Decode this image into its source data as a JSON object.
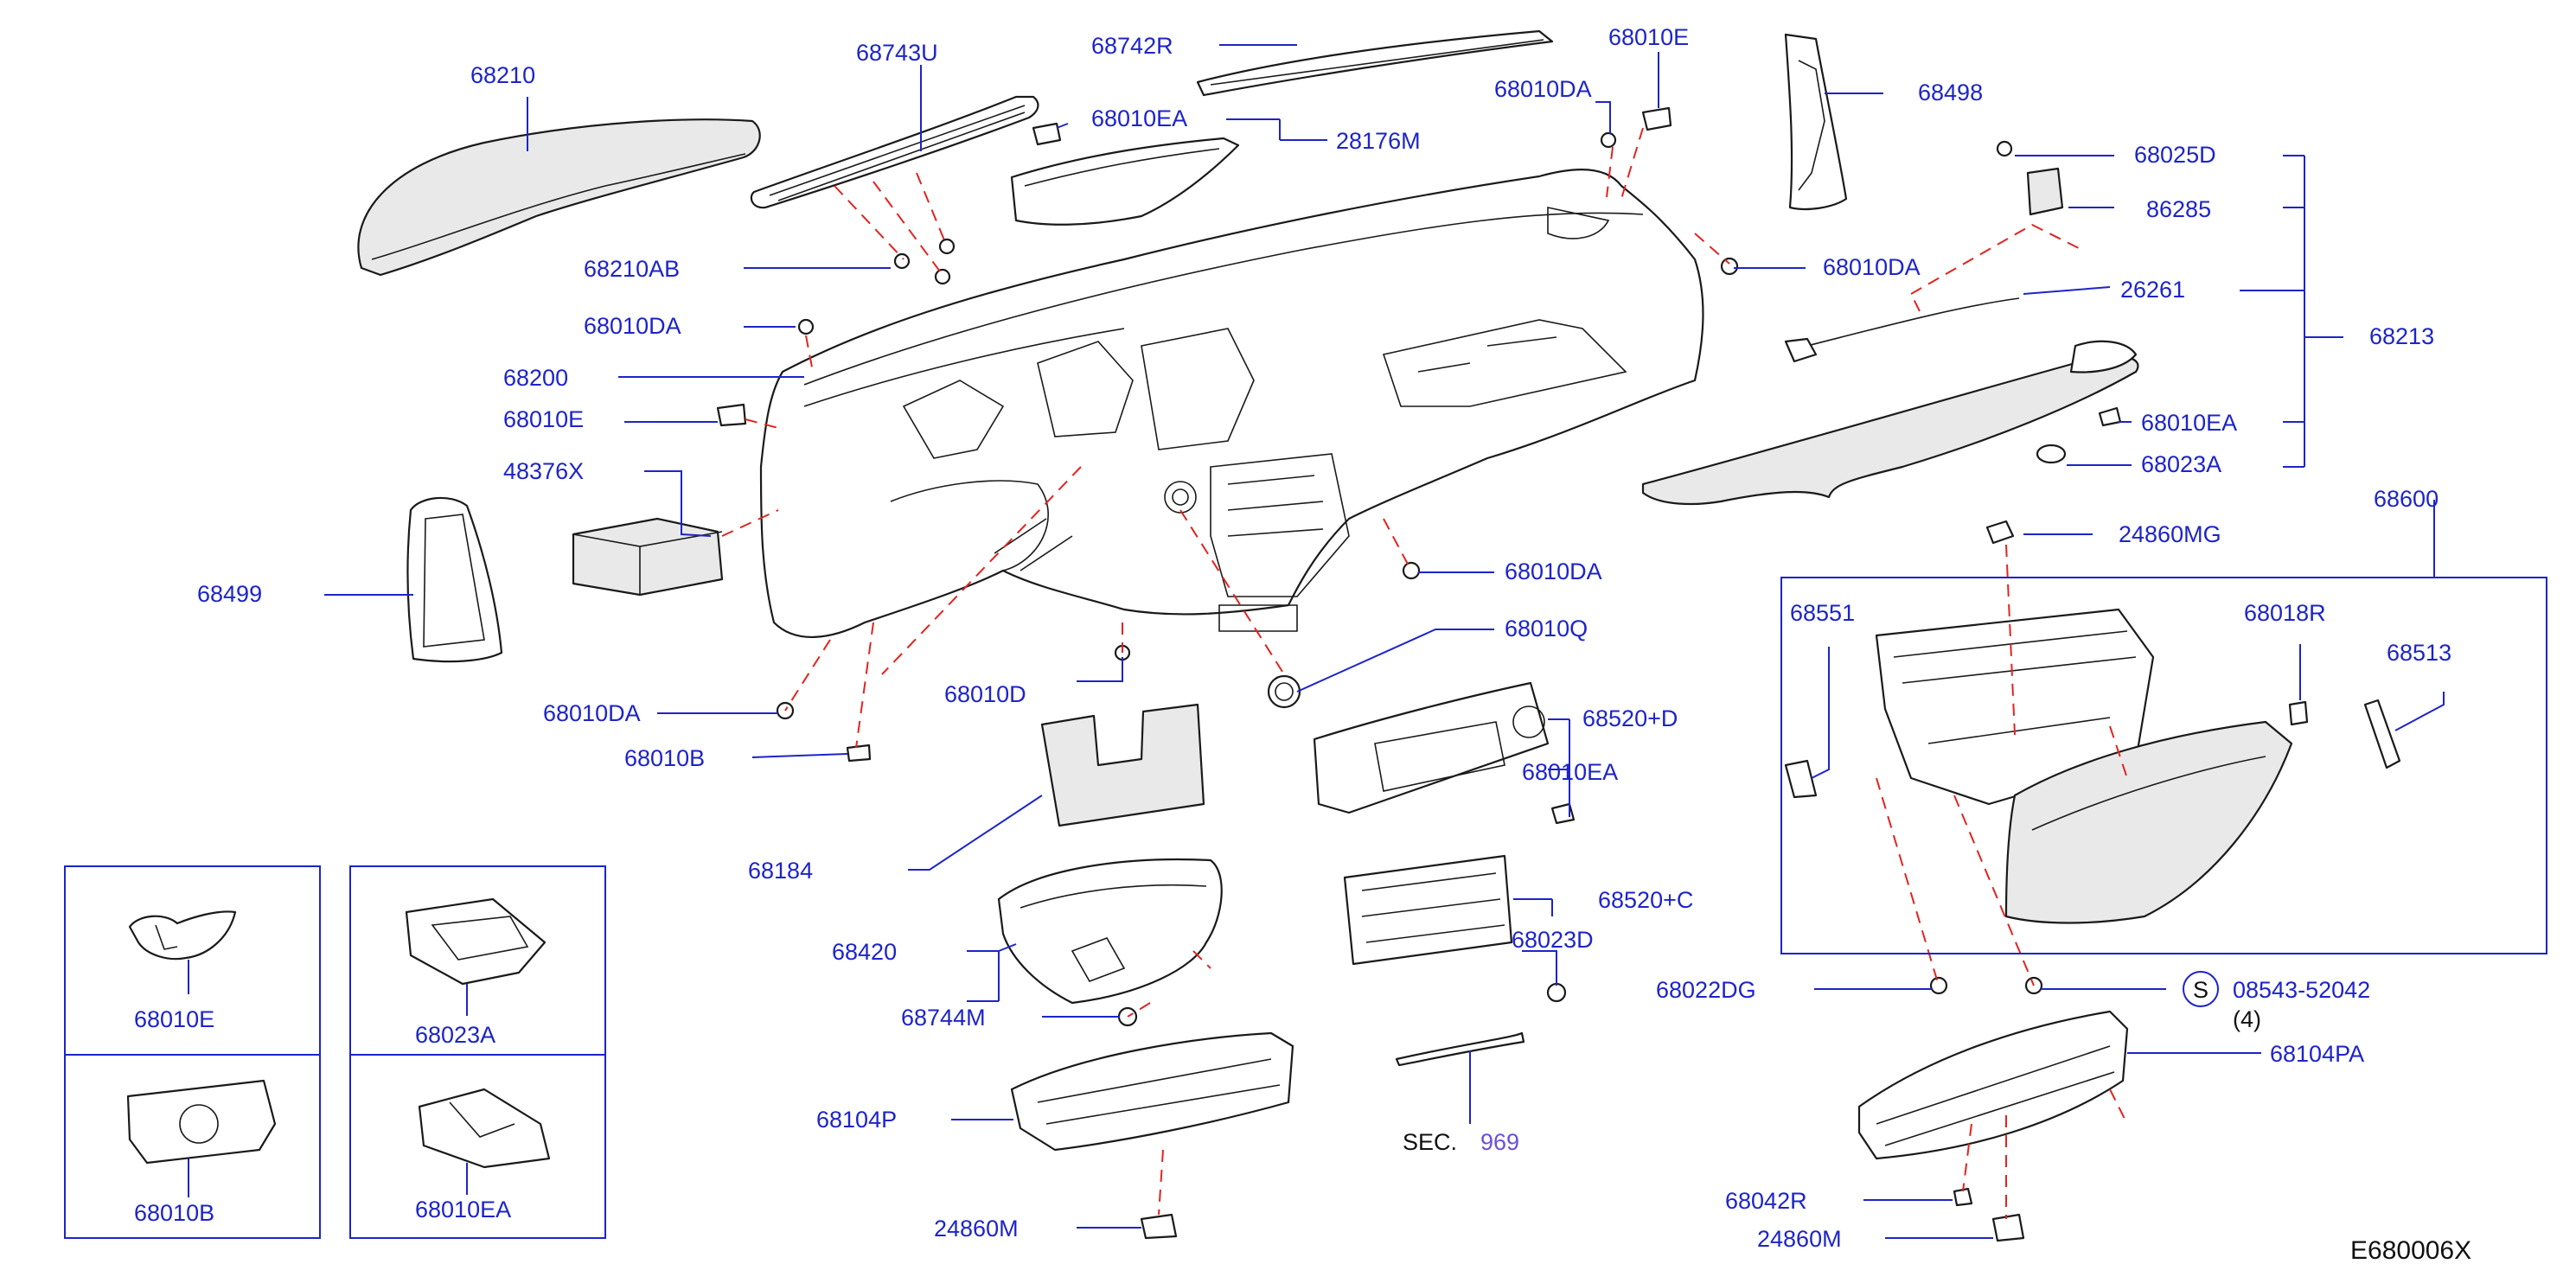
{
  "diagram_code": "E680006X",
  "labels": {
    "p68210": "68210",
    "p68743U": "68743U",
    "p68742R": "68742R",
    "p68010E_top": "68010E",
    "p68498": "68498",
    "p68010EA_top": "68010EA",
    "p28176M": "28176M",
    "p68010DA_top": "68010DA",
    "p68025D": "68025D",
    "p86285": "86285",
    "p68210AB": "68210AB",
    "p68010DA_right": "68010DA",
    "p26261": "26261",
    "p68213": "68213",
    "p68010DA_left": "68010DA",
    "p68200": "68200",
    "p68010EA_right": "68010EA",
    "p68010E_left": "68010E",
    "p68023A_right": "68023A",
    "p48376X": "48376X",
    "p68600": "68600",
    "p24860MG": "24860MG",
    "p68499": "68499",
    "p68010DA_mid": "68010DA",
    "p68551": "68551",
    "p68018R": "68018R",
    "p68010Q": "68010Q",
    "p68513": "68513",
    "p68010D": "68010D",
    "p68010DA_low": "68010DA",
    "p68520D": "68520+D",
    "p68010B": "68010B",
    "p68010EA_mid": "68010EA",
    "p68184": "68184",
    "p68520C": "68520+C",
    "p68420": "68420",
    "p68023D": "68023D",
    "p68022DG": "68022DG",
    "s_symbol": "S",
    "p08543": "08543-52042",
    "qty4": "(4)",
    "p68744M": "68744M",
    "p68104PA": "68104PA",
    "sec_prefix": "SEC.",
    "sec_number": "969",
    "p68104P": "68104P",
    "p68042R": "68042R",
    "p24860M_left": "24860M",
    "p24860M_right": "24860M"
  },
  "inset_labels": {
    "i68010E": "68010E",
    "i68023A": "68023A",
    "i68010B": "68010B",
    "i68010EA": "68010EA"
  },
  "colors": {
    "label_blue": "#1d24c9",
    "dash_red": "#e0241f",
    "outline_black": "#1a1a1a",
    "sec_purple": "#6a4fd6"
  }
}
